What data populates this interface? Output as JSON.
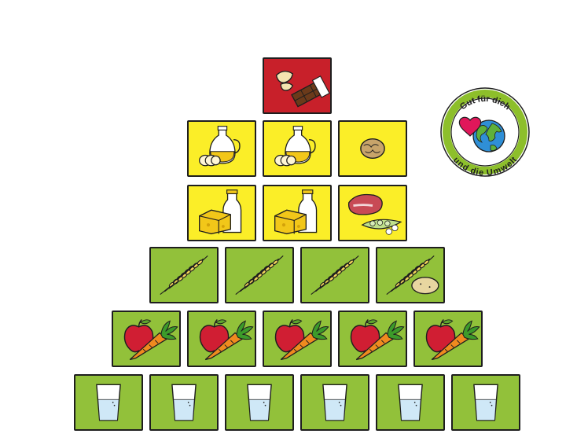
{
  "colors": {
    "red": "#c8202a",
    "yellow": "#fbee28",
    "green": "#92c13a",
    "outline": "#1e1e1e",
    "badge_ring": "#8dbf2b",
    "heart": "#e0175a"
  },
  "rows": [
    [
      "sweets-snacks"
    ],
    [
      "oil-butter",
      "oil-butter",
      "nuts"
    ],
    [
      "dairy",
      "dairy",
      "meat-legumes"
    ],
    [
      "grains",
      "grains",
      "grains",
      "grains-potato"
    ],
    [
      "fruit-vegetables",
      "fruit-vegetables",
      "fruit-vegetables",
      "fruit-vegetables",
      "fruit-vegetables"
    ],
    [
      "water",
      "water",
      "water",
      "water",
      "water",
      "water"
    ]
  ],
  "row_colors": [
    "red",
    "yellow",
    "yellow",
    "green",
    "green",
    "green"
  ],
  "badge": {
    "text_top": "Gut für dich",
    "text_bottom": "und die Umwelt",
    "icons": [
      "heart-icon",
      "globe-icon"
    ]
  }
}
